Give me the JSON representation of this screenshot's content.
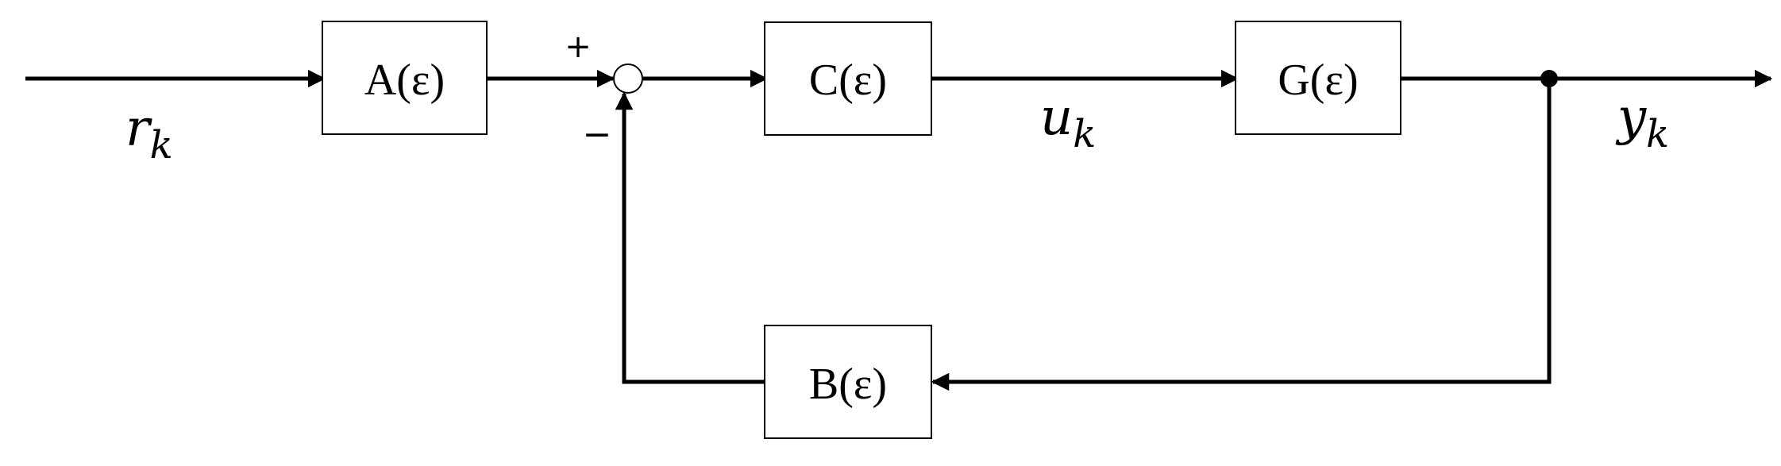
{
  "blocks": {
    "a": "A(ε)",
    "c": "C(ε)",
    "g": "G(ε)",
    "b": "B(ε)"
  },
  "summing_junction": {
    "plus_sign": "+",
    "minus_sign": "−"
  },
  "signals": {
    "input": {
      "main": "r",
      "subscript": "k"
    },
    "control": {
      "main": "u",
      "subscript": "k"
    },
    "output": {
      "main": "y",
      "subscript": "k"
    }
  },
  "colors": {
    "line": "#000000",
    "background": "#ffffff"
  }
}
